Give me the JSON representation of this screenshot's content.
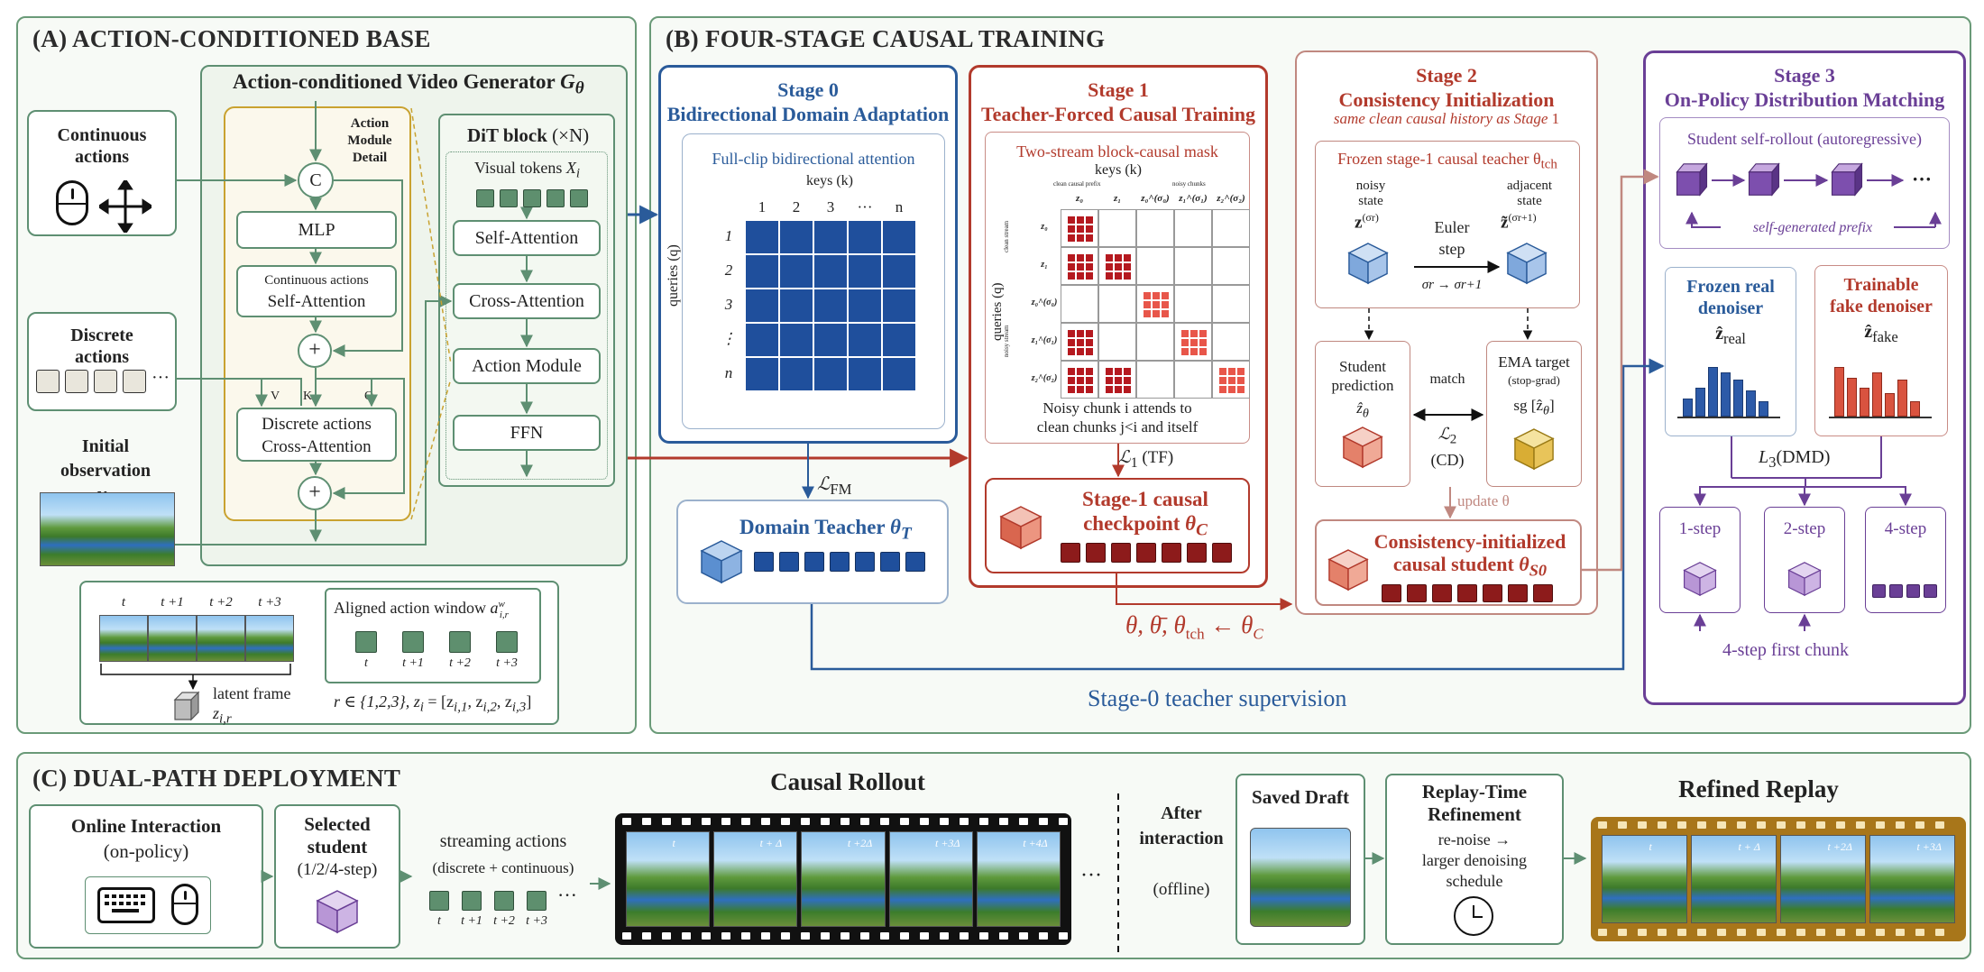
{
  "panelA": {
    "title": "(A) ACTION-CONDITIONED BASE",
    "generator_title": "Action-conditioned Video Generator",
    "generator_symbol": "G",
    "generator_sub": "θ",
    "continuous_actions": "Continuous actions",
    "discrete_actions": "Discrete actions",
    "initial_observation": "Initial observation",
    "x0": "x",
    "x0_sub": "0",
    "concat": "C",
    "mlp": "MLP",
    "cont_sa_line1": "Continuous actions",
    "cont_sa_line2": "Self-Attention",
    "disc_ca_line1": "Discrete actions",
    "disc_ca_line2": "Cross-Attention",
    "plus": "+",
    "v": "V",
    "k": "K",
    "q": "Q",
    "action_module_detail": [
      "Action",
      "Module",
      "Detail"
    ],
    "dit_block": "DiT block",
    "dit_times": "(×N)",
    "visual_tokens": "Visual tokens",
    "xi": "X",
    "xi_sub": "i",
    "self_attention": "Self-Attention",
    "cross_attention": "Cross-Attention",
    "action_module": "Action Module",
    "ffn": "FFN",
    "ellipsis": "···",
    "frame_labels": [
      "t",
      "t +1",
      "t +2",
      "t +3"
    ],
    "latent_frame": "latent frame",
    "z_ir": "z",
    "z_ir_sub": "i,r",
    "aligned_window": "Aligned action window",
    "a_sym": "a",
    "a_sup": "w",
    "a_sub": "i,r",
    "window_labels": [
      "t",
      "t +1",
      "t +2",
      "t +3"
    ],
    "r_formula": "r ∈ {1,2,3}, z",
    "r_formula_sub": "i",
    "r_formula_tail": " = [z",
    "r_formula_z1": "i,1",
    "r_formula_z2": "i,2",
    "r_formula_z3": "i,3"
  },
  "panelB": {
    "title": "(B) FOUR-STAGE CAUSAL TRAINING",
    "stage0": {
      "title": "Stage 0",
      "subtitle": "Bidirectional Domain Adaptation",
      "inner_title": "Full-clip bidirectional attention",
      "keys": "keys (k)",
      "queries": "queries (q)",
      "col_labels": [
        "1",
        "2",
        "3",
        "···",
        "n"
      ],
      "row_labels": [
        "1",
        "2",
        "3",
        "⋮",
        "n"
      ],
      "loss": "ℒ",
      "loss_sub": "FM",
      "domain_teacher": "Domain Teacher",
      "theta_T": "θ",
      "theta_T_sub": "T"
    },
    "stage1": {
      "title": "Stage 1",
      "subtitle": "Teacher-Forced Causal Training",
      "inner_title": "Two-stream block-causal mask",
      "keys": "keys (k)",
      "clean_prefix": "clean causal prefix",
      "noisy_chunks": "noisy chunks",
      "clean_stream": "clean stream",
      "noisy_stream": "noisy stream",
      "queries": "queries (q)",
      "col_labels": [
        "z₀",
        "z₁",
        "z₀^(σ₀)",
        "z₁^(σ₁)",
        "z₂^(σ₂)"
      ],
      "row_labels": [
        "z₀",
        "z₁",
        "z₀^(σ₀)",
        "z₁^(σ₁)",
        "z₂^(σ₂)"
      ],
      "caption_line1": "Noisy chunk i attends to",
      "caption_line2": "clean chunks j<i and itself",
      "loss": "ℒ",
      "loss_sub": "1",
      "loss_tag": "(TF)",
      "ckpt_line1": "Stage-1 causal",
      "ckpt_line2": "checkpoint",
      "theta_C": "θ",
      "theta_C_sub": "C",
      "init_formula": "θ, θ̄, θ",
      "init_tch": "tch",
      "init_arrow": " ← θ",
      "init_C": "C"
    },
    "stage2": {
      "title": "Stage 2",
      "subtitle": "Consistency Initialization",
      "note_pre": "same clean causal history as Stage ",
      "note_num": "1",
      "frozen_teacher": "Frozen stage-1 causal teacher θ",
      "frozen_teacher_sub": "tch",
      "noisy_state": [
        "noisy",
        "state"
      ],
      "z_sigma": "z",
      "z_sigma_sup": "(σr)",
      "euler": [
        "Euler",
        "step"
      ],
      "sigma_step": "σr → σr+1",
      "adjacent_state": [
        "adjacent",
        "state"
      ],
      "z_tilde": "z̃",
      "z_tilde_sup": "(σr+1)",
      "student_prediction": [
        "Student",
        "prediction"
      ],
      "z_hat": "ẑ",
      "z_hat_sub": "θ",
      "match": "match",
      "ema_target": "EMA target",
      "stop_grad": "(stop-grad)",
      "sg": "sg [ẑ",
      "sg_sub": "θ",
      "sg_end": "]",
      "loss": "ℒ",
      "loss_sub": "2",
      "loss_tag": "(CD)",
      "update": "update θ",
      "student_line1": "Consistency-initialized",
      "student_line2": "causal student",
      "theta_S0": "θ",
      "theta_S0_sub": "S0"
    },
    "stage3": {
      "title": "Stage 3",
      "subtitle": "On-Policy Distribution Matching",
      "rollout_title": "Student self-rollout (autoregressive)",
      "rollout_ellipsis": "···",
      "prefix": "self-generated prefix",
      "frozen_real": [
        "Frozen real",
        "denoiser"
      ],
      "z_real": "ẑ",
      "z_real_sub": "real",
      "trainable_fake": [
        "Trainable",
        "fake denoiser"
      ],
      "z_fake": "ẑ",
      "z_fake_sub": "fake",
      "loss": "L",
      "loss_sub": "3",
      "loss_tag": "(DMD)",
      "steps": [
        "1-step",
        "2-step",
        "4-step"
      ],
      "first_chunk": "4-step first chunk",
      "real_bars": [
        0.35,
        0.55,
        0.95,
        0.85,
        0.7,
        0.5,
        0.3
      ],
      "fake_bars": [
        0.95,
        0.75,
        0.55,
        0.85,
        0.45,
        0.7,
        0.3
      ]
    },
    "teacher_supervision": "Stage-0 teacher supervision"
  },
  "panelC": {
    "title": "(C) DUAL-PATH DEPLOYMENT",
    "online_interaction": "Online Interaction",
    "on_policy": "(on-policy)",
    "selected_student": [
      "Selected",
      "student"
    ],
    "steps_choice": "(1/2/4-step)",
    "streaming_actions": "streaming actions",
    "stream_kinds": "(discrete + continuous)",
    "stream_labels": [
      "t",
      "t +1",
      "t +2",
      "t +3"
    ],
    "ellipsis": "···",
    "causal_rollout": "Causal Rollout",
    "rollout_labels": [
      "t",
      "t + Δ",
      "t +2Δ",
      "t +3Δ",
      "t +4Δ"
    ],
    "after_interaction": [
      "After",
      "interaction"
    ],
    "offline": "(offline)",
    "saved_draft": "Saved Draft",
    "replay_refinement": [
      "Replay-Time",
      "Refinement"
    ],
    "renoise": [
      "re-noise →",
      "larger denoising",
      "schedule"
    ],
    "refined_replay": "Refined Replay",
    "replay_labels": [
      "t",
      "t + Δ",
      "t +2Δ",
      "t +3Δ"
    ]
  },
  "colors": {
    "green": "#5e8f72",
    "blue": "#2a5b9a",
    "red": "#b23a2c",
    "pink": "#c08880",
    "purple": "#6a3f96",
    "gold": "#c9a230"
  }
}
